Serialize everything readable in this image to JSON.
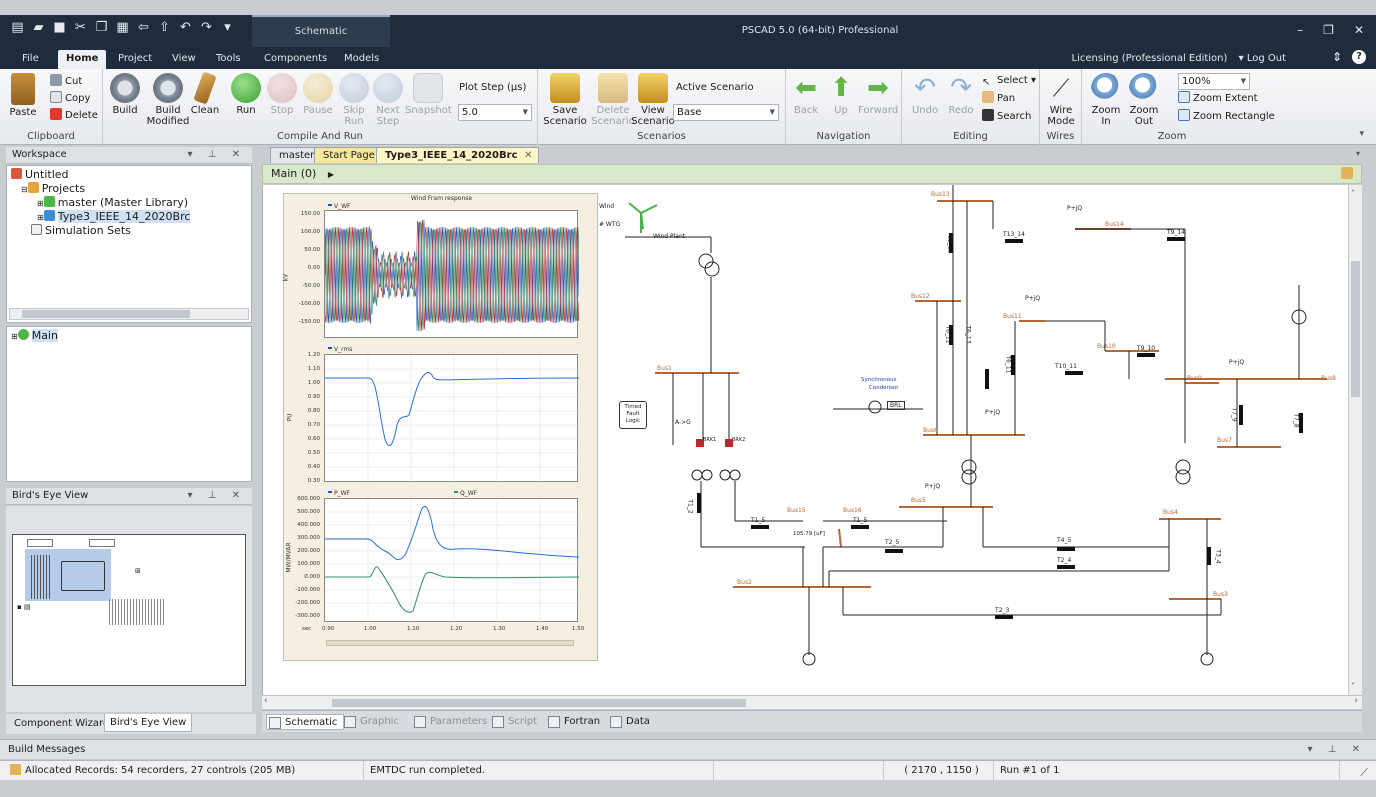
{
  "window": {
    "title": "PSCAD 5.0 (64-bit) Professional",
    "context_tab": "Schematic"
  },
  "ribbon_tabs": [
    "File",
    "Home",
    "Project",
    "View",
    "Tools",
    "Components",
    "Models"
  ],
  "licensing": "Licensing (Professional Edition)",
  "logout": "Log Out",
  "clipboard": {
    "paste": "Paste",
    "cut": "Cut",
    "copy": "Copy",
    "delete": "Delete",
    "label": "Clipboard"
  },
  "compile": {
    "build": "Build",
    "build_modified_1": "Build",
    "build_modified_2": "Modified",
    "clean": "Clean",
    "run": "Run",
    "stop": "Stop",
    "pause": "Pause",
    "skip_run_1": "Skip",
    "skip_run_2": "Run",
    "next_step_1": "Next",
    "next_step_2": "Step",
    "snapshot": "Snapshot",
    "plot_step_label": "Plot Step (µs)",
    "plot_step_value": "5.0",
    "label": "Compile And Run"
  },
  "scenarios": {
    "save_1": "Save",
    "save_2": "Scenario",
    "delete_1": "Delete",
    "delete_2": "Scenario",
    "view_1": "View",
    "view_2": "Scenario",
    "active_label": "Active Scenario",
    "active_value": "Base",
    "label": "Scenarios"
  },
  "navigation": {
    "back": "Back",
    "up": "Up",
    "forward": "Forward",
    "label": "Navigation"
  },
  "editing": {
    "undo": "Undo",
    "redo": "Redo",
    "select": "Select",
    "pan": "Pan",
    "search": "Search",
    "label": "Editing"
  },
  "wires": {
    "wire_mode_1": "Wire",
    "wire_mode_2": "Mode",
    "label": "Wires"
  },
  "zoom": {
    "zoom_in_1": "Zoom",
    "zoom_in_2": "In",
    "zoom_out_1": "Zoom",
    "zoom_out_2": "Out",
    "level": "100%",
    "extent": "Zoom Extent",
    "rectangle": "Zoom Rectangle",
    "label": "Zoom"
  },
  "workspace": {
    "title": "Workspace",
    "items": [
      "Untitled",
      "Projects",
      "master (Master Library)",
      "Type3_IEEE_14_2020Brc",
      "Simulation Sets"
    ],
    "lower_item": "Main"
  },
  "birds_eye": {
    "title": "Bird's Eye View"
  },
  "left_tabs": [
    "Component Wizard",
    "Bird's Eye View"
  ],
  "doc_tabs": [
    "master",
    "Start Page",
    "Type3_IEEE_14_2020Brc"
  ],
  "breadcrumb": "Main (0)",
  "bottom_tabs": [
    "Schematic",
    "Graphic",
    "Parameters",
    "Script",
    "Fortran",
    "Data"
  ],
  "messages_title": "Build Messages",
  "status": {
    "records": "Allocated Records: 54 recorders, 27 controls (205 MB)",
    "run_msg": "EMTDC run completed.",
    "coords": "( 2170 , 1150 )",
    "run": "Run #1 of 1"
  },
  "plots": {
    "title": "Wind Fram response",
    "p1": {
      "legend": "V_WF",
      "ylabel": "kV",
      "ticks": [
        "150.00",
        "100.00",
        "50.00",
        "0.00",
        "-50.00",
        "-100.00",
        "-150.00"
      ]
    },
    "p2": {
      "legend": "V_rms",
      "ylabel": "PU",
      "ticks": [
        "1.20",
        "1.10",
        "1.00",
        "0.90",
        "0.80",
        "0.70",
        "0.60",
        "0.50",
        "0.40",
        "0.30"
      ]
    },
    "p3": {
      "legend1": "P_WF",
      "legend2": "Q_WF",
      "ylabel": "MW/MVAR",
      "ticks": [
        "600.000",
        "500.000",
        "400.000",
        "300.000",
        "200.000",
        "100.000",
        "0.000",
        "-100.000",
        "-200.000",
        "-300.000"
      ]
    },
    "xticks": [
      "sec",
      "0.90",
      "1.00",
      "1.10",
      "1.20",
      "1.30",
      "1.40",
      "1.50"
    ]
  },
  "schematic": {
    "wind": "Wind",
    "wtg": "# WTG",
    "wind_plant": "Wind Plant",
    "timed_fault_1": "Timed",
    "timed_fault_2": "Fault",
    "timed_fault_3": "Logic",
    "fault_type": "A->G",
    "brk1": "BRK1",
    "brk2": "BRK2",
    "sync_1": "Synchronous",
    "sync_2": "Condensor",
    "brl": "BRL",
    "cap": "105.79 [uF]",
    "buses": [
      "Bus1",
      "Bus2",
      "Bus3",
      "Bus4",
      "Bus5",
      "Bus6",
      "Bus7",
      "Bus8",
      "Bus9",
      "Bus10",
      "Bus11",
      "Bus12",
      "Bus13",
      "Bus14",
      "Bus15",
      "Bus16"
    ],
    "lines": [
      "T1_2",
      "T1_5",
      "T1_5",
      "T2_5",
      "T2_4",
      "T2_3",
      "T3_4",
      "T4_5",
      "T6_12",
      "T6_13",
      "T6_11",
      "T12_13",
      "T13_14",
      "T9_14",
      "T10_11",
      "T9_10",
      "T7_9",
      "T7_8"
    ],
    "pq": "P+jQ"
  }
}
